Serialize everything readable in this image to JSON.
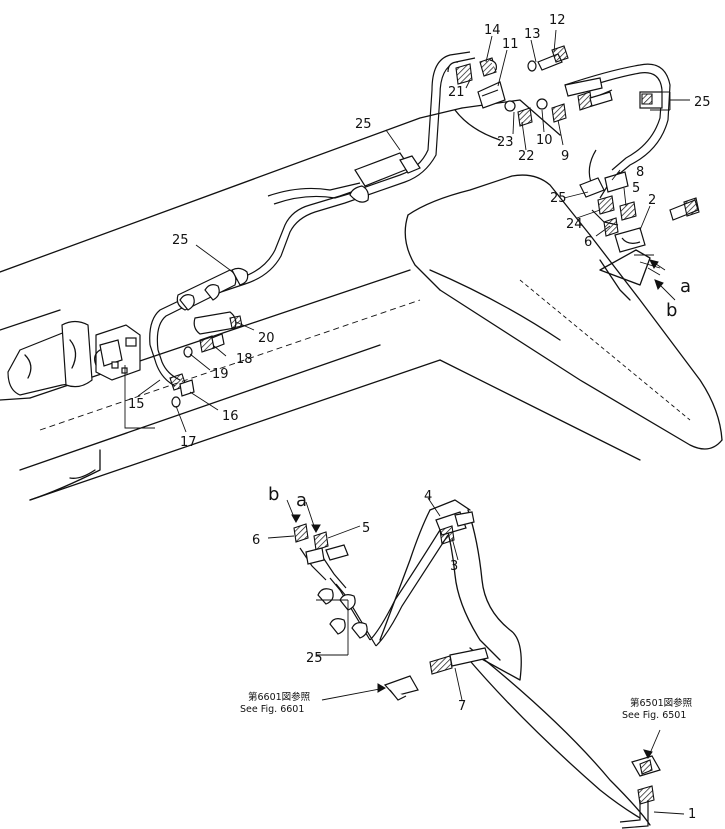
{
  "diagram": {
    "labels": {
      "n1": "1",
      "n2": "2",
      "n3": "3",
      "n4": "4",
      "n5": "5",
      "n5b": "5",
      "n6": "6",
      "n6b": "6",
      "n7": "7",
      "n8": "8",
      "n9": "9",
      "n10": "10",
      "n11": "11",
      "n12": "12",
      "n13": "13",
      "n14": "14",
      "n15": "15",
      "n16": "16",
      "n17": "17",
      "n18": "18",
      "n19": "19",
      "n20": "20",
      "n21": "21",
      "n22": "22",
      "n23": "23",
      "n24": "24",
      "n25a": "25",
      "n25b": "25",
      "n25c": "25",
      "n25d": "25",
      "n25e": "25",
      "a1": "a",
      "b1": "b",
      "a2": "a",
      "b2": "b"
    },
    "refs": {
      "fig6601_jp": "第6601図参照",
      "fig6601_en": "See Fig. 6601",
      "fig6501_jp": "第6501図参照",
      "fig6501_en": "See Fig. 6501"
    }
  }
}
